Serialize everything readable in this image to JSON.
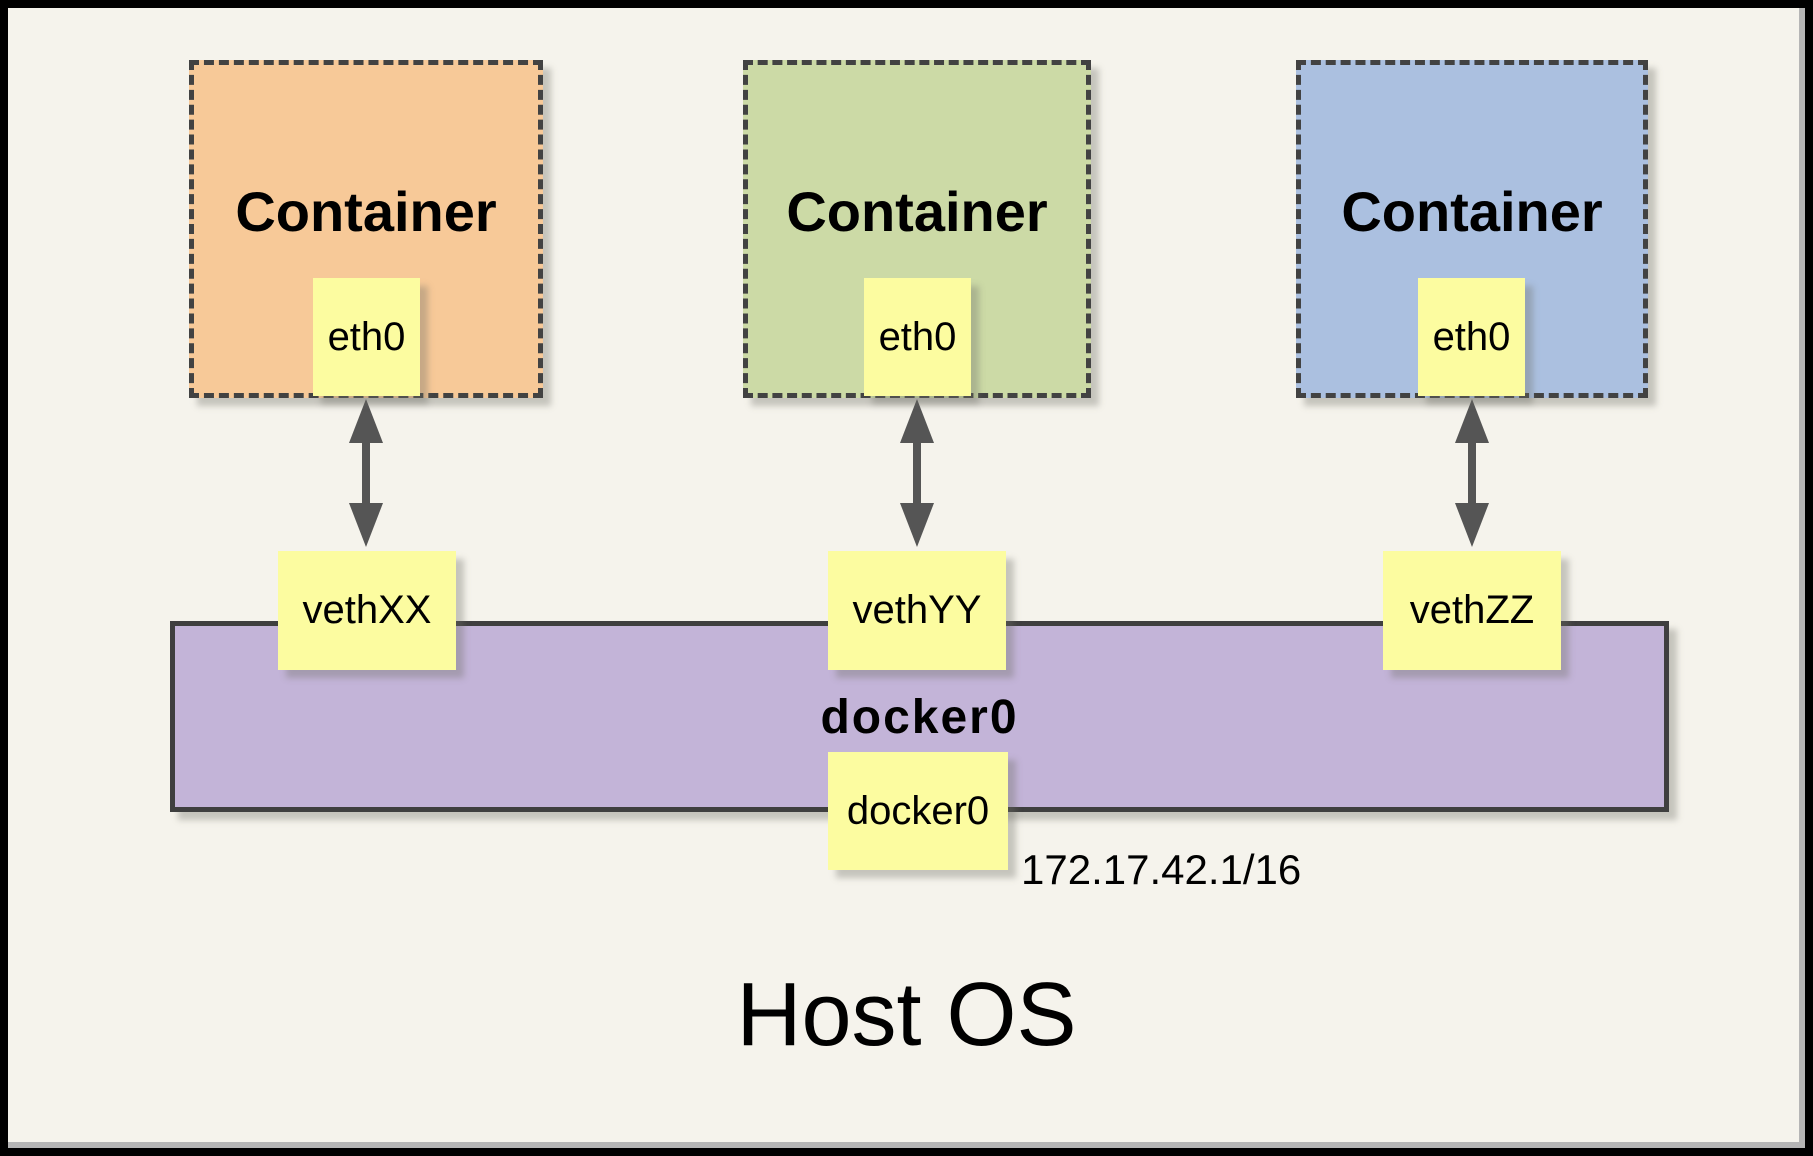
{
  "diagram": {
    "host_label": "Host OS",
    "bridge": {
      "name": "docker0",
      "interface": "docker0",
      "ip_cidr": "172.17.42.1/16",
      "fill": "#c3b4d8"
    },
    "containers": [
      {
        "label": "Container",
        "interface": "eth0",
        "veth": "vethXX",
        "fill": "#f7c998"
      },
      {
        "label": "Container",
        "interface": "eth0",
        "veth": "vethYY",
        "fill": "#ccdaa6"
      },
      {
        "label": "Container",
        "interface": "eth0",
        "veth": "vethZZ",
        "fill": "#abc0e0"
      }
    ],
    "colors": {
      "background": "#f5f3ec",
      "note_yellow": "#fcfca0",
      "border_dark": "#424242",
      "arrow": "#555555"
    }
  }
}
